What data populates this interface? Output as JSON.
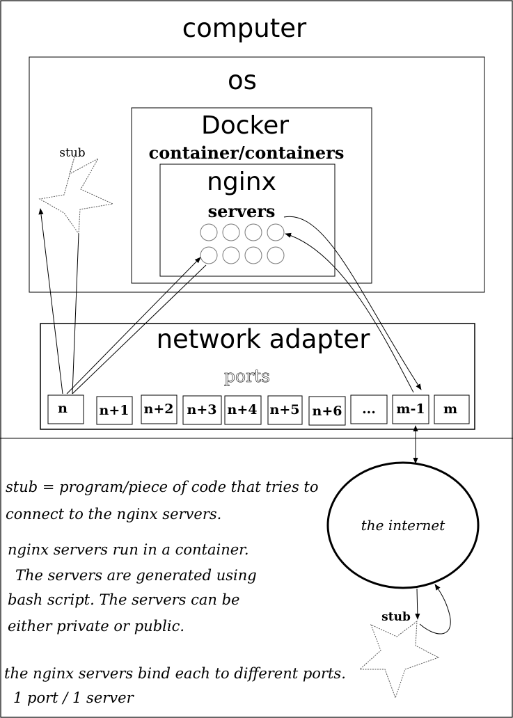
{
  "titles": {
    "computer": "computer",
    "os": "os",
    "docker": "Docker",
    "containers": "container/containers",
    "nginx": "nginx",
    "servers": "servers",
    "network_adapter": "network adapter",
    "ports": "ports"
  },
  "ports": [
    "n",
    "n+1",
    "n+2",
    "n+3",
    "n+4",
    "n+5",
    "n+6",
    "...",
    "m-1",
    "m"
  ],
  "stubs": {
    "top": "stub",
    "bottom": "stub"
  },
  "internet": "the internet",
  "notes": {
    "stub_line1": "stub = program/piece of code that tries to",
    "stub_line2": "connect to the nginx servers.",
    "nginx_line1": "nginx servers run in a container.",
    "nginx_line2": "The servers are generated using",
    "nginx_line3": "bash script. The servers can be",
    "nginx_line4": "either private or public.",
    "bind_line1": "the nginx servers bind each to different ports.",
    "bind_line2": "1 port / 1 server"
  },
  "server_count": 8
}
